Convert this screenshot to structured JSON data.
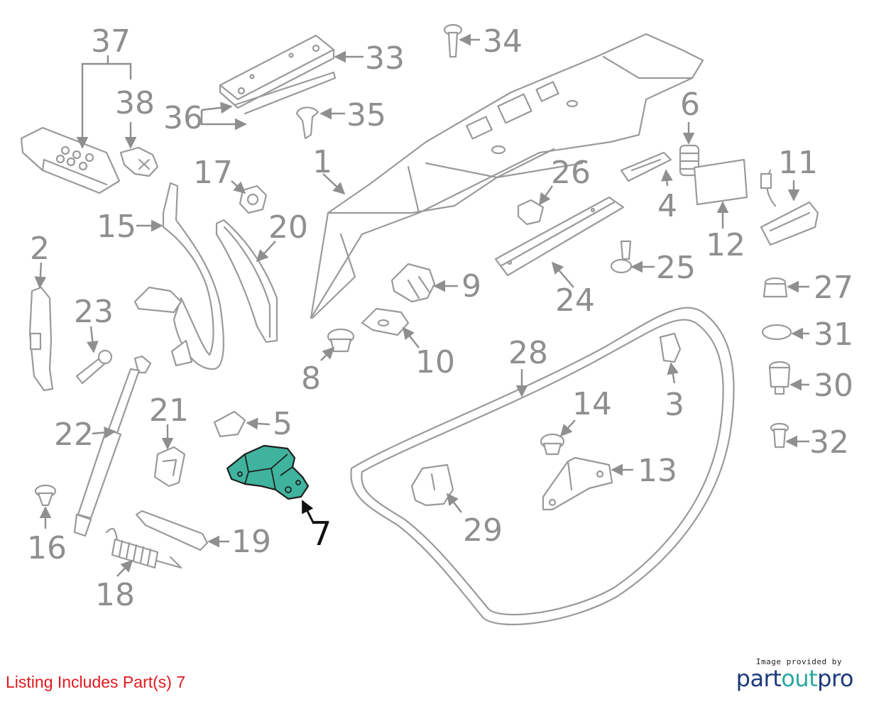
{
  "listing": {
    "text": "Listing Includes Part(s) 7",
    "color": "#e0191f"
  },
  "credit": {
    "small": "Image provided by",
    "brand_part1": "part",
    "brand_part2": "out",
    "brand_part3": "pro",
    "brand_color": "#1b3a7a",
    "accent_color": "#2aa8a0"
  },
  "highlight": {
    "part_number": "7",
    "fill": "#3fb39e"
  },
  "callouts": [
    "1",
    "2",
    "3",
    "4",
    "5",
    "6",
    "8",
    "9",
    "10",
    "11",
    "12",
    "13",
    "14",
    "15",
    "16",
    "17",
    "18",
    "19",
    "20",
    "21",
    "22",
    "23",
    "24",
    "25",
    "26",
    "27",
    "28",
    "29",
    "30",
    "31",
    "32",
    "33",
    "34",
    "35",
    "36",
    "37",
    "38"
  ]
}
